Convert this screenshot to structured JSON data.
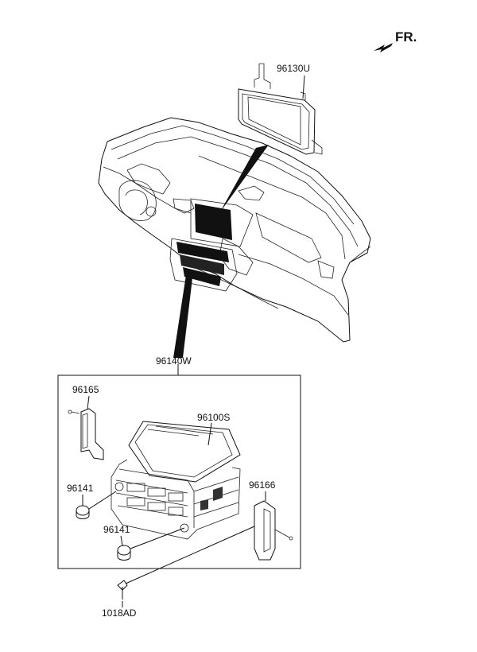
{
  "direction": {
    "text": "FR."
  },
  "parts": {
    "p96130U": "96130U",
    "p96140W": "96140W",
    "p96165": "96165",
    "p96100S": "96100S",
    "p96141a": "96141",
    "p96141b": "96141",
    "p96166": "96166",
    "p1018AD": "1018AD"
  }
}
